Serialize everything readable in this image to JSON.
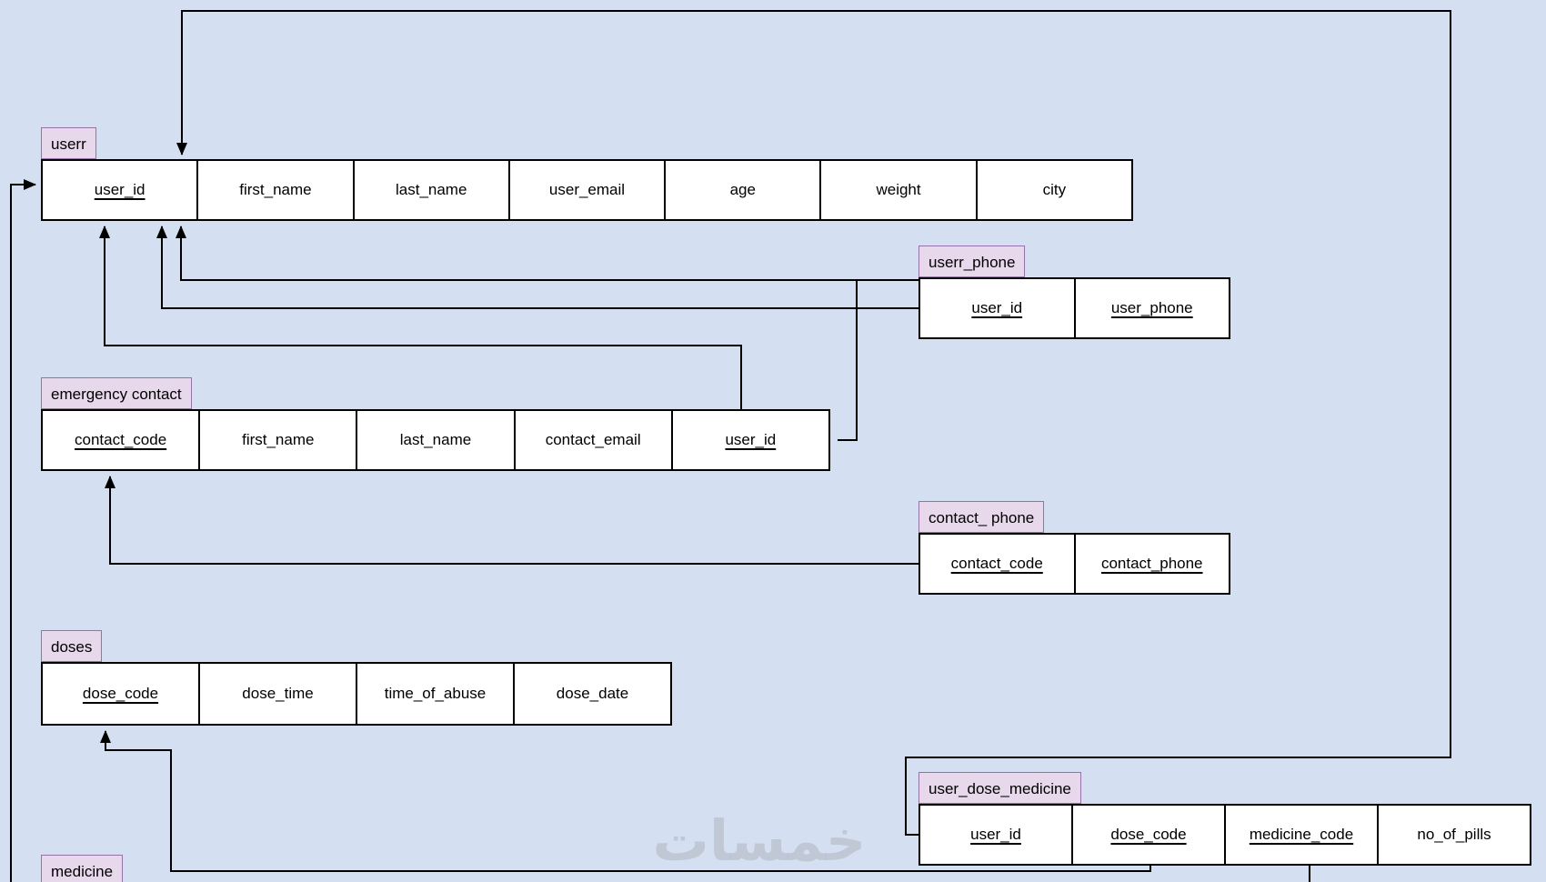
{
  "diagram": {
    "background_color": "#d4e0f2",
    "label_fill": "#e7d8eb",
    "label_border": "#9673a6",
    "line_color": "#000000",
    "tables": [
      {
        "id": "userr",
        "name": "userr",
        "columns": [
          {
            "label": "user_id",
            "key": true
          },
          {
            "label": "first_name",
            "key": false
          },
          {
            "label": "last_name",
            "key": false
          },
          {
            "label": "user_email",
            "key": false
          },
          {
            "label": "age",
            "key": false
          },
          {
            "label": "weight",
            "key": false
          },
          {
            "label": "city",
            "key": false
          }
        ]
      },
      {
        "id": "userr_phone",
        "name": "userr_phone",
        "columns": [
          {
            "label": "user_id",
            "key": true
          },
          {
            "label": "user_phone",
            "key": true
          }
        ]
      },
      {
        "id": "emergency_contact",
        "name": "emergency contact",
        "columns": [
          {
            "label": "contact_code",
            "key": true
          },
          {
            "label": "first_name",
            "key": false
          },
          {
            "label": "last_name",
            "key": false
          },
          {
            "label": "contact_email",
            "key": false
          },
          {
            "label": "user_id",
            "key": true
          }
        ]
      },
      {
        "id": "contact_phone",
        "name": "contact_ phone",
        "columns": [
          {
            "label": "contact_code",
            "key": true
          },
          {
            "label": "contact_phone",
            "key": true
          }
        ]
      },
      {
        "id": "doses",
        "name": "doses",
        "columns": [
          {
            "label": "dose_code",
            "key": true
          },
          {
            "label": "dose_time",
            "key": false
          },
          {
            "label": "time_of_abuse",
            "key": false
          },
          {
            "label": "dose_date",
            "key": false
          }
        ]
      },
      {
        "id": "user_dose_medicine",
        "name": "user_dose_medicine",
        "columns": [
          {
            "label": "user_id",
            "key": true
          },
          {
            "label": "dose_code",
            "key": true
          },
          {
            "label": "medicine_code",
            "key": true
          },
          {
            "label": "no_of_pills",
            "key": false
          }
        ]
      },
      {
        "id": "medicine",
        "name": "medicine",
        "columns": []
      }
    ],
    "relationships": [
      {
        "from": "user_dose_medicine.user_id",
        "to": "userr.user_id"
      },
      {
        "from": "userr_phone.user_id",
        "to": "userr.user_id"
      },
      {
        "from": "userr_phone.user_id",
        "to": "userr.user_id (second line)"
      },
      {
        "from": "emergency contact.user_id",
        "to": "userr.user_id"
      },
      {
        "from": "contact_ phone.contact_code",
        "to": "emergency contact.contact_code"
      },
      {
        "from": "user_dose_medicine.dose_code",
        "to": "doses.dose_code"
      },
      {
        "from": "user_dose_medicine.medicine_code",
        "to": "medicine"
      },
      {
        "from": "medicine",
        "to": "userr.user_id"
      }
    ]
  },
  "watermark": {
    "text": "خمسات"
  }
}
